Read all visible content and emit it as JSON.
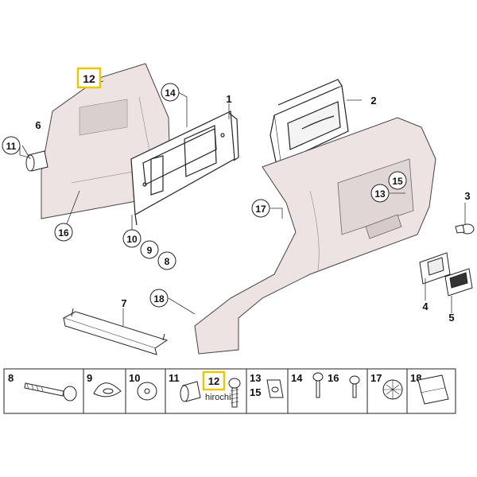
{
  "callouts": {
    "c1": "1",
    "c2": "2",
    "c3": "3",
    "c4": "4",
    "c5": "5",
    "c6": "6",
    "c7": "7",
    "c8": "8",
    "c9": "9",
    "c10": "10",
    "c11": "11",
    "c12": "12",
    "c13": "13",
    "c14": "14",
    "c15": "15",
    "c16": "16",
    "c17": "17",
    "c18": "18"
  },
  "strip": {
    "cells": [
      "8",
      "9",
      "10",
      "11",
      "12",
      "13",
      "15",
      "14",
      "16",
      "17",
      "18"
    ]
  },
  "watermark": "hirochi",
  "colors": {
    "highlight": "#e8c800",
    "shade": "#e8dfdf",
    "line": "#222222"
  }
}
